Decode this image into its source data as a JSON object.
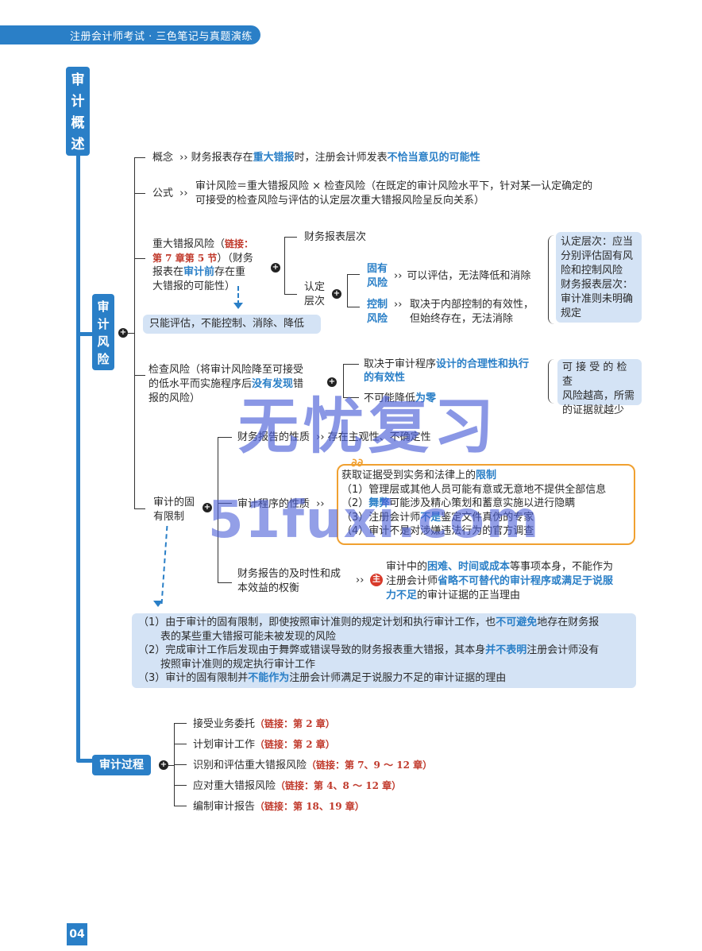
{
  "header": {
    "title": "注册会计师考试 · 三色笔记与真题演练"
  },
  "sections": {
    "overview": "审计概述",
    "risk": "审计风险",
    "process": "审计过程"
  },
  "concept": {
    "label": "概念",
    "t1": "财务报表存在",
    "h1": "重大错报",
    "t2": "时，注册会计师发表",
    "h2": "不恰当意见的可能性"
  },
  "formula": {
    "label": "公式",
    "line1": "审计风险＝重大错报风险 × 检查风险（在既定的审计风险水平下，针对某一认定确定的",
    "line2": "可接受的检查风险与评估的认定层次重大错报风险呈反向关系）"
  },
  "rmm": {
    "line1a": "重大错报风险（",
    "link1": "链接：",
    "link2": "第 7 章第 5 节",
    "line2b": "）（财务",
    "line3a": "报表在",
    "h": "审计前",
    "line3b": "存在重",
    "line4": "大错报的可能性）",
    "note": "只能评估，不能控制、消除、降低",
    "fs_level": "财务报表层次",
    "assert_level": "认定层次",
    "inherent_1": "固有",
    "inherent_2": "风险",
    "inherent_desc": "可以评估，无法降低和消除",
    "control_1": "控制",
    "control_2": "风险",
    "control_desc1": "取决于内部控制的有效性，",
    "control_desc2": "但始终存在，无法消除",
    "side_note": [
      "认定层次：应当",
      "分别评估固有风",
      "险和控制风险",
      "财务报表层次：",
      "审计准则未明确",
      "规定"
    ]
  },
  "detection": {
    "l1": "检查风险（将审计风险降至可接受",
    "l2a": "的低水平而实施程序后",
    "h": "没有发现",
    "l2b": "错",
    "l3": "报的风险）",
    "b1a": "取决于审计程序",
    "b1h1": "设计的合理性和执行",
    "b1h2": "的有效性",
    "b2a": "不可能降低",
    "b2h": "为零",
    "side": [
      "可 接 受 的 检 查",
      "风险越高，所需",
      "的证据就越少"
    ]
  },
  "limits": {
    "label1": "审计的固",
    "label2": "有限制",
    "nature_fr": "财务报告的性质",
    "nature_fr_desc": "存在主观性、不确定性",
    "nature_proc": "审计程序的性质",
    "box_title_a": "获取证据受到实务和法律上的",
    "box_title_h": "限制",
    "box_items": [
      "（1）管理层或其他人员可能有意或无意地不提供全部信息",
      "（2）",
      "（3）注册会计师",
      "（4）审计不是对涉嫌违法行为的官方调查"
    ],
    "item2_h": "舞弊",
    "item2_t": "可能涉及精心策划和蓄意实施以进行隐瞒",
    "item3_h": "不是",
    "item3_t": "鉴定文件真伪的专家",
    "timely1": "财务报告的及时性和成",
    "timely2": "本效益的权衡",
    "key_badge": "主",
    "timely_a": "审计中的",
    "timely_h1": "困难、时间或成本",
    "timely_b": "等事项本身，不能作为",
    "timely_c": "注册会计师",
    "timely_h2": "省略不可替代的审计程序或满足于说服",
    "timely_h3": "力不足",
    "timely_d": "的审计证据的正当理由"
  },
  "bottom_note": {
    "n1a": "（1）由于审计的固有限制，即使按照审计准则的规定计划和执行审计工作，也",
    "n1h": "不可避免",
    "n1b": "地存在财务报",
    "n1c": "表的某些重大错报可能未被发现的风险",
    "n2a": "（2）完成审计工作后发现由于舞弊或错误导致的财务报表重大错报，其本身",
    "n2h": "并不表明",
    "n2b": "注册会计师没有",
    "n2c": "按照审计准则的规定执行审计工作",
    "n3a": "（3）审计的固有限制并",
    "n3h": "不能作为",
    "n3b": "注册会计师满足于说服力不足的审计证据的理由"
  },
  "process_items": [
    {
      "t": "接受业务委托",
      "link": "（链接：第 2 章）"
    },
    {
      "t": "计划审计工作",
      "link": "（链接：第 2 章）"
    },
    {
      "t": "识别和评估重大错报风险",
      "link": "（链接：第 7、9 ～ 12 章）"
    },
    {
      "t": "应对重大错报风险",
      "link": "（链接：第 4、8 ～ 12 章）"
    },
    {
      "t": "编制审计报告",
      "link": "（链接：第 18、19 章）"
    }
  ],
  "watermark": {
    "line1": "无忧复习",
    "line2": "51fuxi.com"
  },
  "page_number": "04",
  "arrows": "››"
}
